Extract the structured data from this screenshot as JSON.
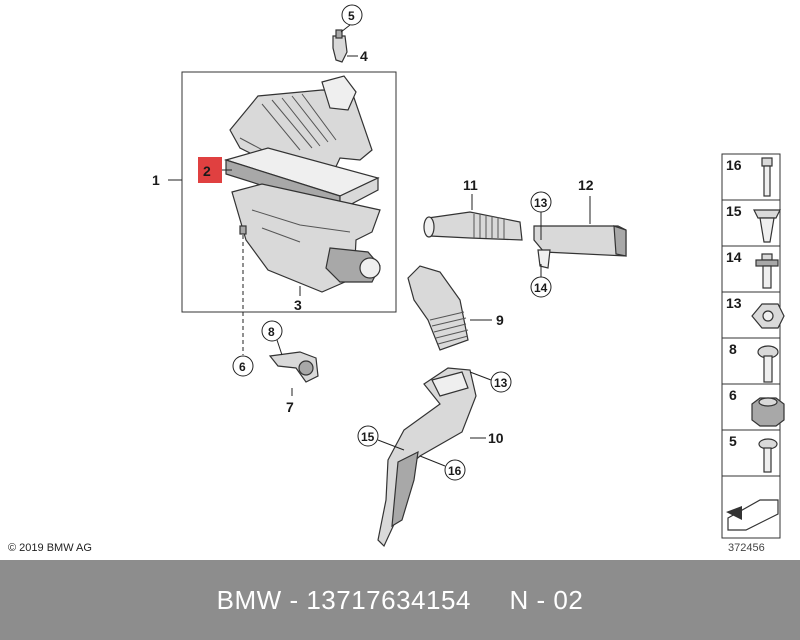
{
  "callouts": {
    "c1": "1",
    "c2": "2",
    "c3": "3",
    "c4": "4",
    "c5": "5",
    "c6": "6",
    "c7": "7",
    "c8": "8",
    "c9": "9",
    "c10": "10",
    "c11": "11",
    "c12": "12",
    "c13a": "13",
    "c14a": "14",
    "c13b": "13",
    "c15": "15",
    "c16": "16"
  },
  "legend": {
    "items": [
      {
        "number": "16",
        "icon": "bolt-icon"
      },
      {
        "number": "15",
        "icon": "expansion-rivet-icon"
      },
      {
        "number": "14",
        "icon": "stud-bolt-icon"
      },
      {
        "number": "13",
        "icon": "hex-nut-icon"
      },
      {
        "number": "8",
        "icon": "screw-icon"
      },
      {
        "number": "6",
        "icon": "rubber-grommet-icon"
      },
      {
        "number": "5",
        "icon": "bolt-icon"
      }
    ]
  },
  "copyright": "© 2019 BMW AG",
  "reference_number": "372456",
  "footer": {
    "brand": "BMW",
    "sep1": " - ",
    "part_number": "13717634154",
    "gap": "     ",
    "code": "N - 02"
  },
  "colors": {
    "highlight": "#e04040",
    "footer_bg": "#8d8d8d"
  }
}
